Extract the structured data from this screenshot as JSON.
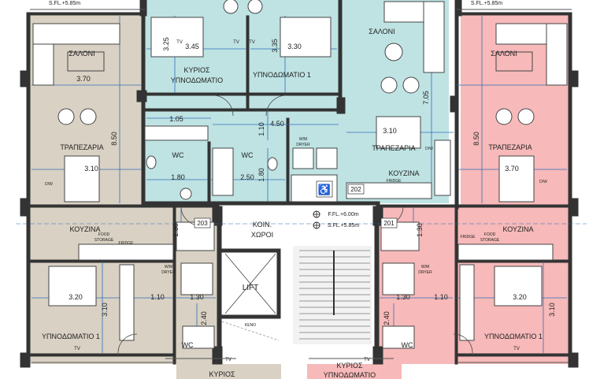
{
  "colors": {
    "tan": "#d9d1c3",
    "teal": "#bfe3e3",
    "pink": "#f7b9b9",
    "wall": "#333333",
    "dim": "#2f6fb8",
    "corridor": "#ffffff",
    "stair": "#f2f2f2"
  },
  "labels": {
    "top_left_level": "S.FL.+5.85m",
    "top_right_level": "S.FL.+5.85m",
    "saloni_left": "ΣΑΛΟΝΙ",
    "saloni_mid": "ΣΑΛΟΝΙ",
    "saloni_right": "ΣΑΛΟΝΙ",
    "trapezaria_left": "ΤΡΑΠΕΖΑΡΙΑ",
    "trapezaria_mid": "ΤΡΑΠΕΖΑΡΙΑ",
    "trapezaria_right": "ΤΡΑΠΕΖΑΡΙΑ",
    "kouzina_left": "ΚΟΥΖΙΝΑ",
    "kouzina_mid": "ΚΟΥΖΙΝΑ",
    "kouzina_right": "ΚΟΥΖΙΝΑ",
    "master_top_1": "ΚΥΡΙΟΣ",
    "master_top_2": "ΥΠΝΟΔΩΜΑΤΙΟ",
    "bedroom1_top": "ΥΠΝΟΔΩΜΑΤΙΟ 1",
    "bedroom1_left": "ΥΠΝΟΔΩΜΑΤΙΟ 1",
    "bedroom1_right": "ΥΠΝΟΔΩΜΑΤΙΟ 1",
    "master_bottom_left": "ΚΥΡΙΟΣ",
    "master_bottom_right_1": "ΚΥΡΙΟΣ",
    "master_bottom_right_2": "ΥΠΝΟΔΩΜΑΤΙΟ",
    "koin_1": "ΚΟΙΝ.",
    "koin_2": "ΧΩΡΟΙ",
    "lift": "LIFT",
    "ffl": "F.FL.+6.00m",
    "sfl": "S.FL.+5.85m",
    "wc_top_left": "WC",
    "wc_top_mid": "WC",
    "wc_bottom_left": "WC",
    "wc_bottom_right": "WC",
    "apt_202": "202",
    "apt_203": "203",
    "apt_201": "201",
    "tv": "TV",
    "dw": "D/W",
    "fridge": "FRIDGE",
    "food_storage_1": "FOOD",
    "food_storage_2": "STORAGE",
    "wm_dryer_1": "W/M",
    "wm_dryer_2": "DRYER",
    "keno": "KENO"
  },
  "dimensions": {
    "d325": "3.25",
    "d345": "3.45",
    "d335": "3.35",
    "d330": "3.30",
    "d370_left": "3.70",
    "d850_left": "8.50",
    "d850_right": "8.50",
    "d705": "7.05",
    "d105": "1.05",
    "d110_top": "1.10",
    "d450": "4.50",
    "d310_mid": "3.10",
    "d310_left": "3.10",
    "d370_right": "3.70",
    "d180_a": "1.80",
    "d250": "2.50",
    "d180_b": "1.80",
    "d130_left": "1.30",
    "d130_right": "1.30",
    "d320_left": "3.20",
    "d310_vl": "3.10",
    "d110_left": "1.10",
    "d130_bl": "1.30",
    "d240_l": "2.40",
    "d110_right": "1.10",
    "d130_br": "1.30",
    "d240_r": "2.40",
    "d320_right": "3.20",
    "d310_vr": "3.10"
  }
}
